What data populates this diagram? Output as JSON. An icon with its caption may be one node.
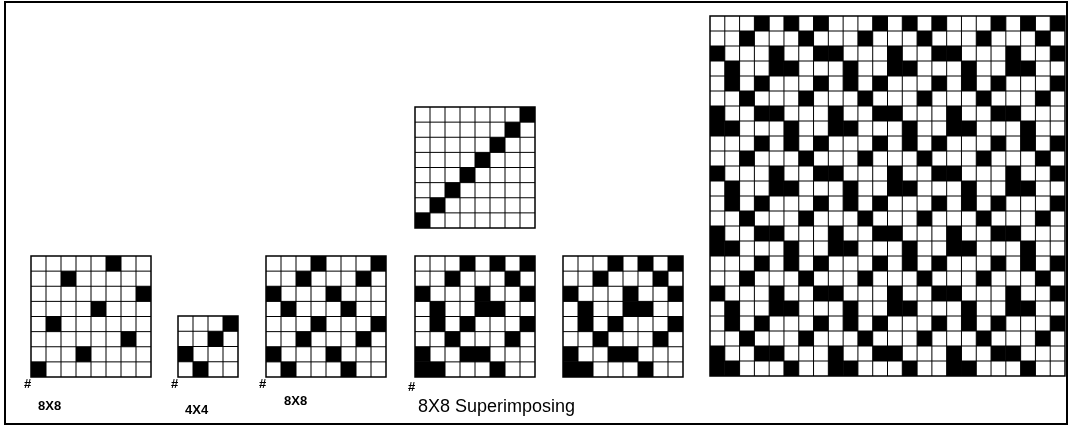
{
  "diagram": {
    "labels": [
      "#",
      "#",
      "#",
      "#",
      "8X8",
      "4X4",
      "8X8",
      "8X8 Superimposing"
    ]
  }
}
